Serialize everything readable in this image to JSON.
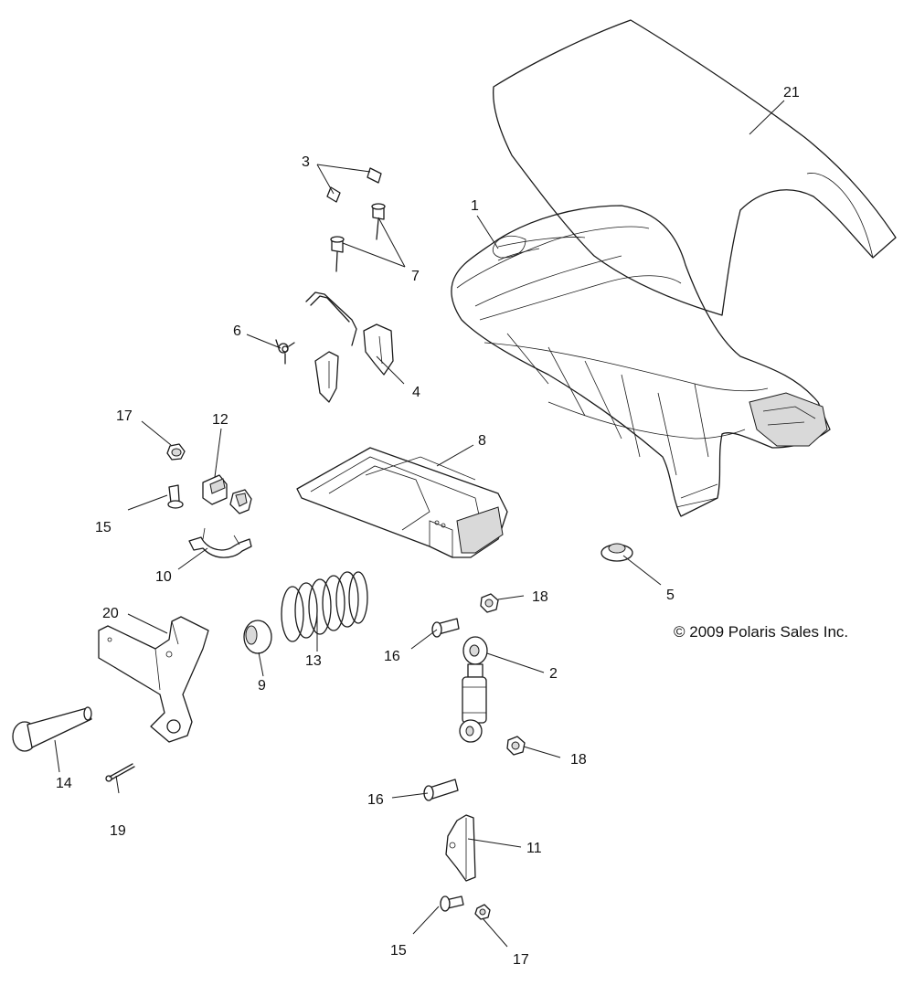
{
  "callouts": {
    "c1": "1",
    "c2": "2",
    "c3": "3",
    "c4": "4",
    "c5": "5",
    "c6": "6",
    "c7": "7",
    "c8": "8",
    "c9": "9",
    "c10": "10",
    "c11": "11",
    "c12": "12",
    "c13": "13",
    "c14": "14",
    "c15a": "15",
    "c15b": "15",
    "c16a": "16",
    "c16b": "16",
    "c17a": "17",
    "c17b": "17",
    "c18a": "18",
    "c18b": "18",
    "c19": "19",
    "c20": "20",
    "c21": "21"
  },
  "copyright": "© 2009 Polaris Sales Inc."
}
